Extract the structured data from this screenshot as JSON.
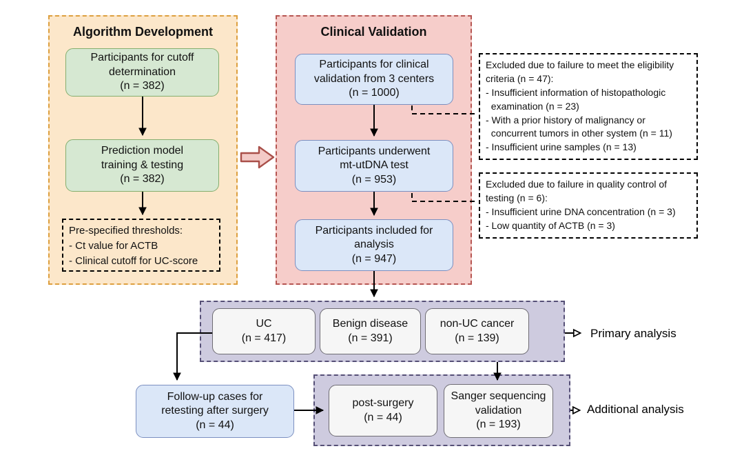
{
  "figure": {
    "type": "flowchart",
    "description": "Study flow diagram for mt-utDNA urothelial-carcinoma test: algorithm development and clinical validation"
  },
  "algorithm_panel": {
    "title": "Algorithm Development",
    "box_cutoff": "Participants for cutoff\ndetermination\n(n = 382)",
    "box_prediction": "Prediction model\ntraining & testing\n(n = 382)",
    "box_thresholds": "Pre-specified thresholds:\n- Ct value for ACTB\n- Clinical cutoff for UC-score"
  },
  "validation_panel": {
    "title": "Clinical Validation",
    "box_enrollment": "Participants for clinical\nvalidation from 3 centers\n(n = 1000)",
    "box_test": "Participants underwent\nmt-utDNA test\n(n = 953)",
    "box_analysis": "Participants included for\nanalysis\n(n = 947)"
  },
  "exclusions": {
    "eligibility": "Excluded due to failure to meet the eligibility\ncriteria (n = 47):\n- Insufficient information of histopathologic\n  examination (n = 23)\n- With a prior history of malignancy or\n  concurrent tumors in other system (n = 11)\n- Insufficient urine samples (n = 13)",
    "quality_control": "Excluded due to failure in quality control of\ntesting (n = 6):\n- Insufficient urine DNA concentration (n = 3)\n- Low quantity of ACTB (n = 3)"
  },
  "primary_group": {
    "box_uc": "UC\n(n = 417)",
    "box_benign": "Benign disease\n(n = 391)",
    "box_nonuc": "non-UC cancer\n(n = 139)",
    "label": "Primary analysis"
  },
  "additional_group": {
    "box_followup": "Follow-up cases for\nretesting after surgery\n(n = 44)",
    "box_postsurgery": "post-surgery\n(n = 44)",
    "box_sanger": "Sanger sequencing\nvalidation\n(n = 193)",
    "label": "Additional analysis"
  },
  "colors": {
    "algorithm_panel_fill": "#fce7ca",
    "algorithm_panel_border": "#dd9f3e",
    "green_box_fill": "#d6e8d2",
    "green_box_border": "#84ae6e",
    "validation_panel_fill": "#f6cdca",
    "validation_panel_border": "#b65551",
    "blue_box_fill": "#dbe7f8",
    "blue_box_border": "#7b8fc0",
    "purple_panel_fill": "#cecbdf",
    "purple_panel_border": "#554f76",
    "gray_box_fill": "#f6f6f6",
    "gray_box_border": "#6e6c73",
    "transition_arrow_fill": "#f3cac7",
    "transition_arrow_border": "#a94f49"
  }
}
